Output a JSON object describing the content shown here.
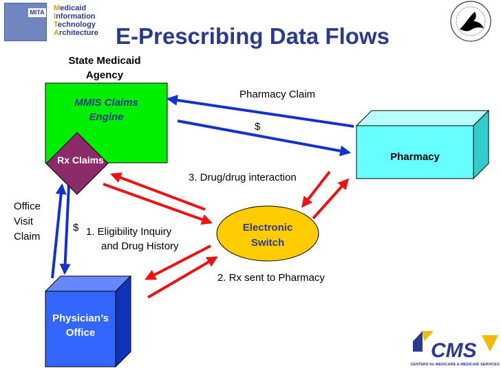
{
  "title": "E-Prescribing Data Flows",
  "logos": {
    "mita": {
      "badge": "MITA",
      "lines": [
        {
          "first": "M",
          "rest": "edicaid"
        },
        {
          "first": "I",
          "rest": "nformation"
        },
        {
          "first": "T",
          "rest": "echnology"
        },
        {
          "first": "A",
          "rest": "rchitecture"
        }
      ]
    },
    "cms": {
      "text": "CMS",
      "subtitle": "CENTERS for MEDICARE & MEDICAID SERVICES"
    },
    "hhs_seal": "hhs-eagle-seal"
  },
  "nodes": {
    "state_agency_label": [
      "State Medicaid",
      "Agency"
    ],
    "mmis": [
      "MMIS Claims",
      "Engine"
    ],
    "rx_claims": "Rx Claims",
    "pharmacy": "Pharmacy",
    "switch": [
      "Electronic",
      "Switch"
    ],
    "physician": [
      "Physician’s",
      "Office"
    ]
  },
  "labels": {
    "pharmacy_claim": "Pharmacy Claim",
    "dollar_pharmacy": "$",
    "drug_interaction": "3. Drug/drug interaction",
    "office_visit": [
      "Office",
      "Visit",
      "Claim"
    ],
    "dollar_physician": "$",
    "eligibility": [
      "1. Eligibility Inquiry",
      "and Drug History"
    ],
    "rx_sent": "2. Rx sent to Pharmacy"
  },
  "colors": {
    "title": "#2b3a8c",
    "mmis": "#00ee00",
    "rx_claims": "#8b2b6a",
    "pharmacy": "#66ffff",
    "switch": "#ffcc00",
    "physician": "#3366ff",
    "red_arrow": "#ee1111",
    "blue_arrow": "#1133cc"
  }
}
